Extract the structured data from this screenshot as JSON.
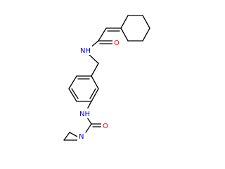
{
  "atoms": {
    "nh_amide_top": {
      "symbol": "NH",
      "color": "#0000ff"
    },
    "o_amide_top": {
      "symbol": "O",
      "color": "#ff0000"
    },
    "nh_urea": {
      "symbol": "NH",
      "color": "#0000ff"
    },
    "n_pyrrolidine": {
      "symbol": "N",
      "color": "#0000ff"
    },
    "o_urea": {
      "symbol": "O",
      "color": "#ff0000"
    }
  },
  "colors": {
    "bond": "#000000",
    "nitrogen": "#0000ff",
    "oxygen": "#ff0000",
    "background": "#ffffff"
  }
}
